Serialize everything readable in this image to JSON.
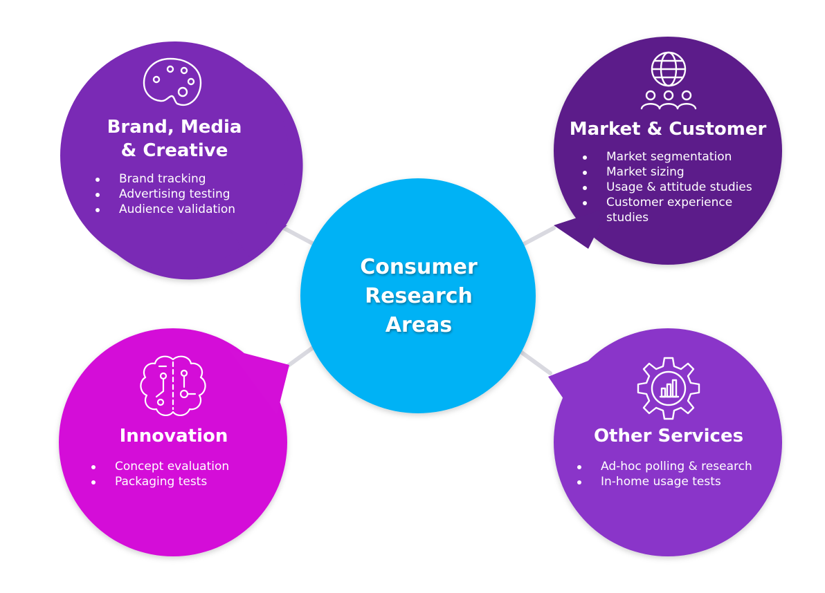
{
  "center": {
    "lines": [
      "Consumer",
      "Research",
      "Areas"
    ],
    "color": "#00b2f5"
  },
  "nodes": [
    {
      "id": "brand-media-creative",
      "title_lines": [
        "Brand, Media",
        "& Creative"
      ],
      "items": [
        "Brand tracking",
        "Advertising testing",
        "Audience validation"
      ],
      "color": "#7a2ab5",
      "icon": "palette-icon"
    },
    {
      "id": "market-customer",
      "title_lines": [
        "Market & Customer"
      ],
      "items": [
        "Market segmentation",
        "Market sizing",
        "Usage & attitude studies",
        "Customer experience",
        "studies"
      ],
      "color": "#5b1d8a",
      "icon": "globe-people-icon"
    },
    {
      "id": "innovation",
      "title_lines": [
        "Innovation"
      ],
      "items": [
        "Concept evaluation",
        "Packaging tests"
      ],
      "color": "#d40fd8",
      "icon": "brain-circuit-icon"
    },
    {
      "id": "other-services",
      "title_lines": [
        "Other Services"
      ],
      "items": [
        "Ad-hoc polling & research",
        "In-home usage tests"
      ],
      "color": "#8a35c9",
      "icon": "gear-chart-icon"
    }
  ],
  "connector_color": "#d9d9e0"
}
